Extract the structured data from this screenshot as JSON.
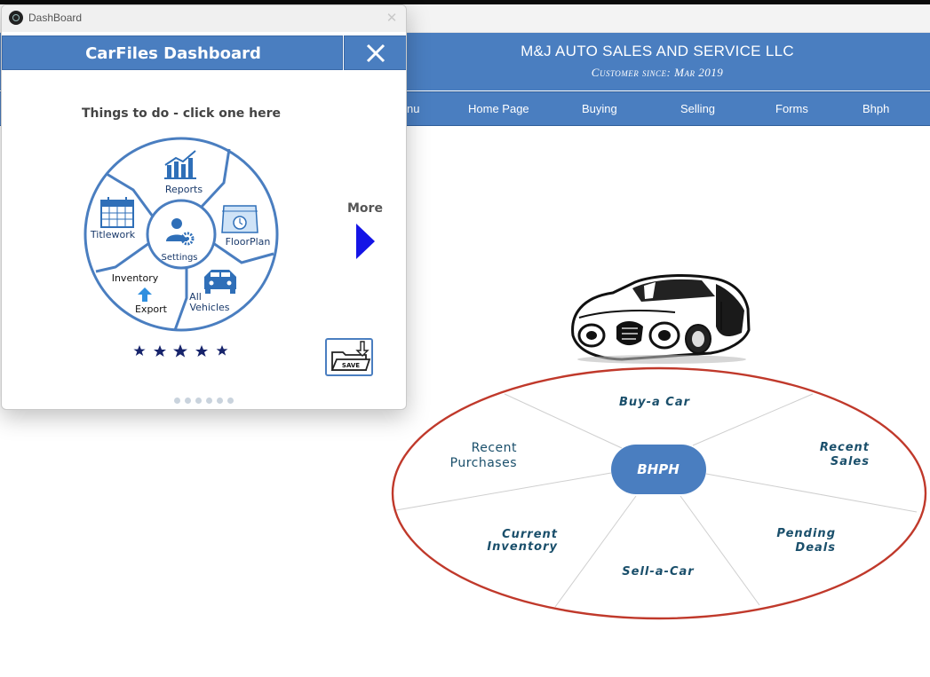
{
  "window": {
    "title": "DashBoard"
  },
  "dashboard": {
    "title": "CarFiles Dashboard",
    "todo_label": "Things to do - click one here",
    "more_label": "More",
    "rating": 5,
    "page_indicator": {
      "pages": 6
    },
    "save_label": "SAVE",
    "wheel": {
      "reports": "Reports",
      "settings": "Settings",
      "titlework": "Titlework",
      "floorplan": "FloorPlan",
      "inventory": "Inventory",
      "export": "Export",
      "all": "All",
      "vehicles": "Vehicles"
    }
  },
  "app": {
    "company": "M&J AUTO SALES AND SERVICE LLC",
    "since": "Customer since: Mar 2019",
    "nav": [
      "nu",
      "Home Page",
      "Buying",
      "Selling",
      "Forms",
      "Bhph"
    ]
  },
  "diagram": {
    "center": "BHPH",
    "buy": "Buy-a Car",
    "recent_sales_1": "Recent",
    "recent_sales_2": "Sales",
    "recent_purchases_1": "Recent",
    "recent_purchases_2": "Purchases",
    "pending_1": "Pending",
    "pending_2": "Deals",
    "current_1": "Current",
    "current_2": "Inventory",
    "sell": "Sell-a-Car"
  },
  "colors": {
    "primary_blue": "#4a7ec0",
    "ellipse_red": "#c0392b",
    "arrow_blue": "#1414e6",
    "diagram_text": "#1a4f6b"
  }
}
